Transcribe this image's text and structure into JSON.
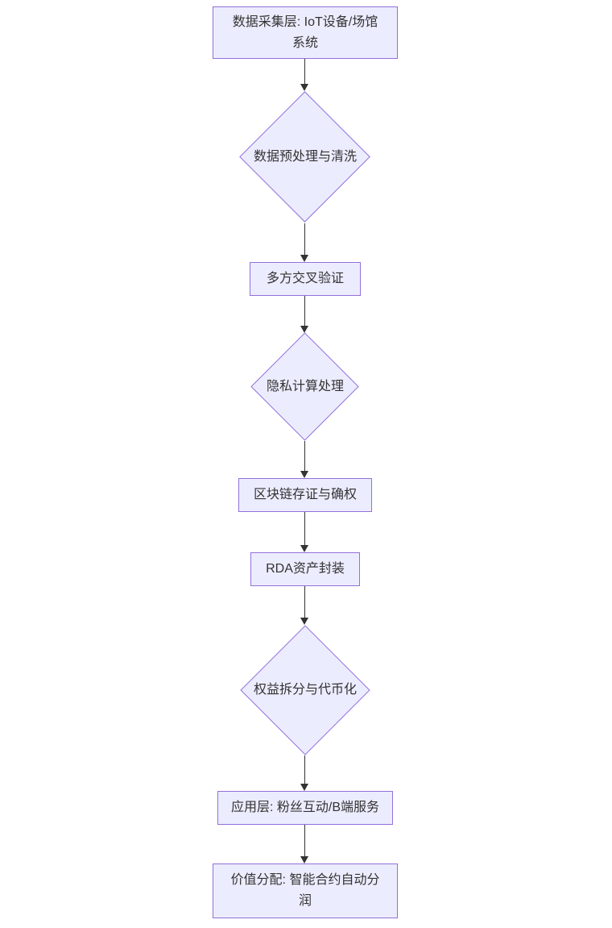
{
  "diagram": {
    "type": "flowchart",
    "direction": "top-down",
    "colors": {
      "node_fill": "#ECECFF",
      "node_border": "#9370DB",
      "node_text": "#333333",
      "edge_line": "#333333",
      "background": "#FFFFFF"
    },
    "nodes": [
      {
        "shape": "rectangle",
        "label": "数据采集层: IoT设备/场馆系统",
        "lines": [
          "数据采集层: IoT设备/场馆",
          "系统"
        ]
      },
      {
        "shape": "diamond",
        "label": "数据预处理与清洗",
        "lines": [
          "数据预处理与清洗"
        ]
      },
      {
        "shape": "rectangle",
        "label": "多方交叉验证",
        "lines": [
          "多方交叉验证"
        ]
      },
      {
        "shape": "diamond",
        "label": "隐私计算处理",
        "lines": [
          "隐私计算处理"
        ]
      },
      {
        "shape": "rectangle",
        "label": "区块链存证与确权",
        "lines": [
          "区块链存证与确权"
        ]
      },
      {
        "shape": "rectangle",
        "label": "RDA资产封装",
        "lines": [
          "RDA资产封装"
        ]
      },
      {
        "shape": "diamond",
        "label": "权益拆分与代币化",
        "lines": [
          "权益拆分与代币化"
        ]
      },
      {
        "shape": "rectangle",
        "label": "应用层: 粉丝互动/B端服务",
        "lines": [
          "应用层: 粉丝互动/B端服务"
        ]
      },
      {
        "shape": "rectangle",
        "label": "价值分配: 智能合约自动分润",
        "lines": [
          "价值分配: 智能合约自动分",
          "润"
        ]
      }
    ],
    "edges": [
      {
        "from": "数据采集层: IoT设备/场馆系统",
        "to": "数据预处理与清洗"
      },
      {
        "from": "数据预处理与清洗",
        "to": "多方交叉验证"
      },
      {
        "from": "多方交叉验证",
        "to": "隐私计算处理"
      },
      {
        "from": "隐私计算处理",
        "to": "区块链存证与确权"
      },
      {
        "from": "区块链存证与确权",
        "to": "RDA资产封装"
      },
      {
        "from": "RDA资产封装",
        "to": "权益拆分与代币化"
      },
      {
        "from": "权益拆分与代币化",
        "to": "应用层: 粉丝互动/B端服务"
      },
      {
        "from": "应用层: 粉丝互动/B端服务",
        "to": "价值分配: 智能合约自动分润"
      }
    ]
  }
}
